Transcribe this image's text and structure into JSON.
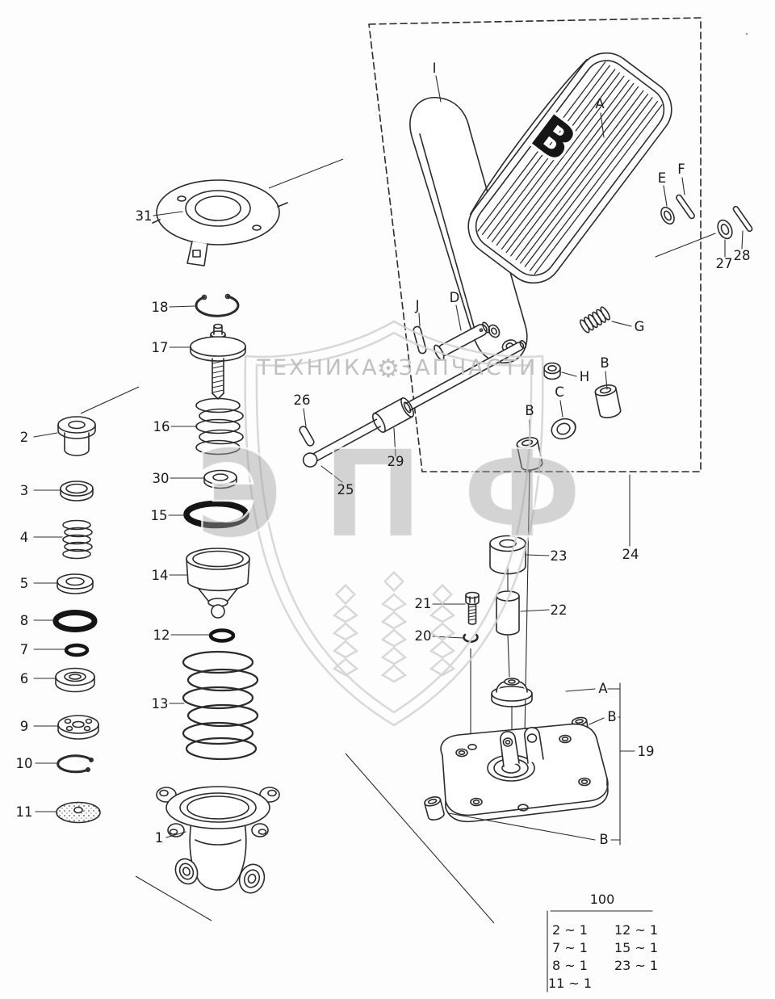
{
  "diagram": {
    "pedal_letter": "B",
    "callouts": {
      "n1": "1",
      "n2": "2",
      "n3": "3",
      "n4": "4",
      "n5": "5",
      "n6": "6",
      "n7": "7",
      "n8": "8",
      "n9": "9",
      "n10": "10",
      "n11": "11",
      "n12": "12",
      "n13": "13",
      "n14": "14",
      "n15": "15",
      "n16": "16",
      "n17": "17",
      "n18": "18",
      "n19": "19",
      "n20": "20",
      "n21": "21",
      "n22": "22",
      "n23": "23",
      "n24": "24",
      "n25": "25",
      "n26": "26",
      "n27": "27",
      "n28": "28",
      "n29": "29",
      "n30": "30",
      "n31": "31",
      "I": "I",
      "A_pad": "A",
      "E": "E",
      "F": "F",
      "G": "G",
      "H": "H",
      "D": "D",
      "J": "J",
      "C": "C",
      "B_left": "B",
      "B_right": "B",
      "A_grommet": "A",
      "B_mid": "B",
      "B_bottom": "B"
    }
  },
  "watermark": {
    "left_text": "ТЕХНИКА",
    "right_text": "ЗАПЧАСТИ",
    "gear_icon": "⚙",
    "big_text": "ЭПФ"
  },
  "ref_table": {
    "header": "100",
    "rows": [
      [
        "2 ~ 1",
        "12 ~ 1"
      ],
      [
        "7 ~ 1",
        "15 ~ 1"
      ],
      [
        "8 ~ 1",
        "23 ~ 1"
      ],
      [
        "11 ~ 1",
        ""
      ]
    ]
  }
}
